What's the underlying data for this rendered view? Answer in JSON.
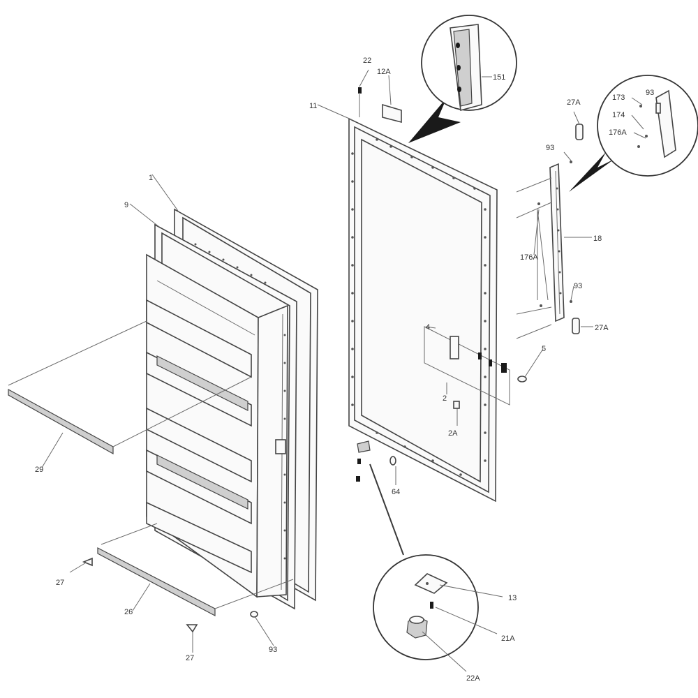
{
  "diagram": {
    "labels": {
      "p1": "1",
      "p9": "9",
      "p11": "11",
      "p12a": "12A",
      "p22": "22",
      "p151": "151",
      "p27a_top": "27A",
      "p173": "173",
      "p93_inset": "93",
      "p174": "174",
      "p176a_inset": "176A",
      "p93_a": "93",
      "p18": "18",
      "p176a": "176A",
      "p93_b": "93",
      "p27a_right": "27A",
      "p4": "4",
      "p5": "5",
      "p2": "2",
      "p2a": "2A",
      "p64": "64",
      "p29": "29",
      "p27_a": "27",
      "p26": "26",
      "p27_b": "27",
      "p93_c": "93",
      "p13": "13",
      "p21a": "21A",
      "p22a": "22A"
    }
  }
}
